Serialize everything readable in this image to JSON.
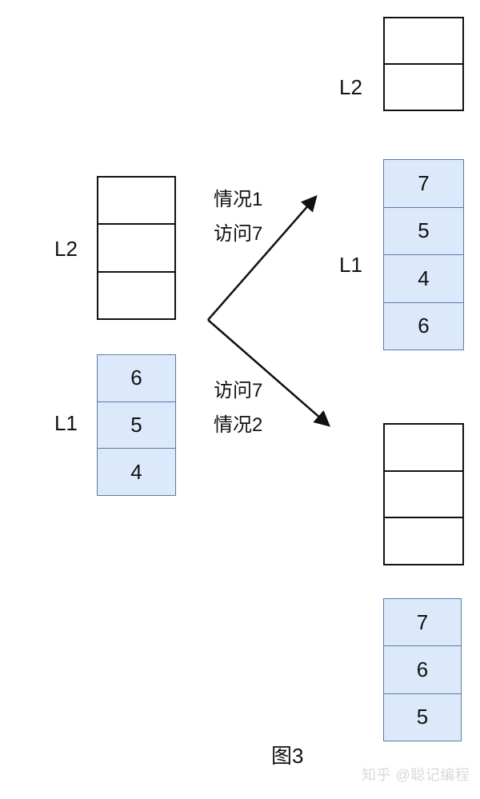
{
  "colors": {
    "background": "#ffffff",
    "black_box_border": "#111111",
    "blue_cell_fill": "#dbe9fa",
    "blue_cell_border": "#5b7ca6",
    "text": "#111111",
    "watermark": "#d9d9d9"
  },
  "initial": {
    "l2": {
      "label": "L2",
      "cells": [
        "",
        "",
        ""
      ]
    },
    "l1": {
      "label": "L1",
      "cells": [
        "6",
        "5",
        "4"
      ]
    }
  },
  "case1": {
    "l2": {
      "label": "L2",
      "cells": [
        "",
        ""
      ]
    },
    "l1": {
      "label": "L1",
      "cells": [
        "7",
        "5",
        "4",
        "6"
      ]
    }
  },
  "case2": {
    "l2": {
      "cells": [
        "",
        "",
        ""
      ]
    },
    "l1": {
      "cells": [
        "7",
        "6",
        "5"
      ]
    }
  },
  "annotations": {
    "case1": [
      "情况1",
      "访问7"
    ],
    "case2": [
      "访问7",
      "情况2"
    ]
  },
  "caption": "图3",
  "watermark": "知乎 @聪记编程"
}
